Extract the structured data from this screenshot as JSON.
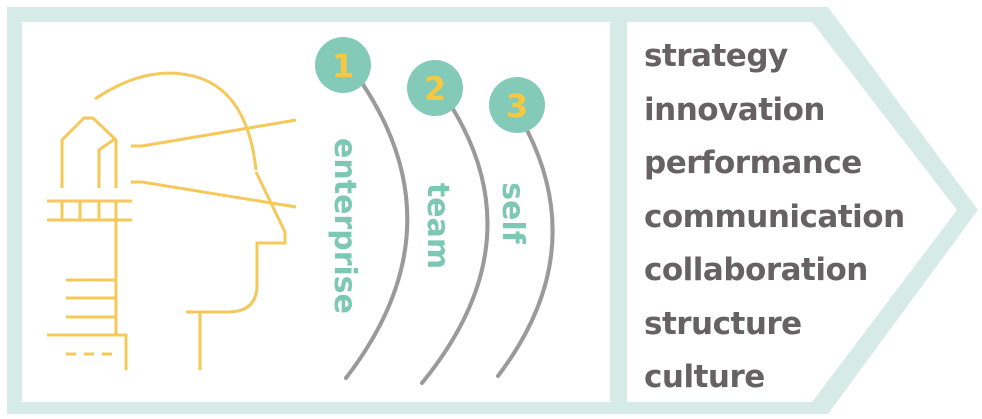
{
  "colors": {
    "frame": "#d7ebe6",
    "icon_line": "#f5c85a",
    "circle_fill": "#83cbb8",
    "number": "#f5c83f",
    "level_text": "#7dc8b4",
    "arc": "#9a9a9a",
    "list_text": "#666163"
  },
  "levels": [
    {
      "number": "1",
      "label": "enterprise"
    },
    {
      "number": "2",
      "label": "team"
    },
    {
      "number": "3",
      "label": "self"
    }
  ],
  "focus_areas": [
    "strategy",
    "innovation",
    "performance",
    "communication",
    "collaboration",
    "structure",
    "culture"
  ],
  "icons": {
    "illustration": "head-with-lighthouse-icon"
  }
}
